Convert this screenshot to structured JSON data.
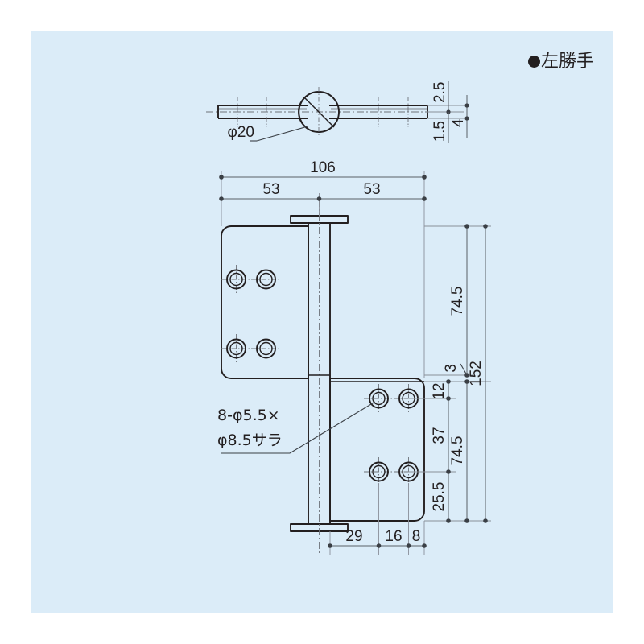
{
  "drawing": {
    "background_color": "#dbecf8",
    "line_color": "#231f20",
    "page_background": "#ffffff",
    "handedness_label": "左勝手",
    "handedness_bullet_icon": "filled-circle-icon",
    "top_view": {
      "diameter_callout": "φ20",
      "thickness_dims": [
        "2.5",
        "1.5",
        "4"
      ]
    },
    "front_view": {
      "width_total": "106",
      "width_left": "53",
      "width_right": "53",
      "height_total": "152",
      "height_upper_leaf": "74.5",
      "height_step": "3",
      "height_lower_leaf": "74.5",
      "dim_12": "12",
      "dim_37": "37",
      "dim_25_5": "25.5",
      "bottom_dims": [
        "29",
        "16",
        "8"
      ],
      "hole_callout_line1": "8-φ5.5×",
      "hole_callout_line2": "φ8.5サラ"
    }
  }
}
